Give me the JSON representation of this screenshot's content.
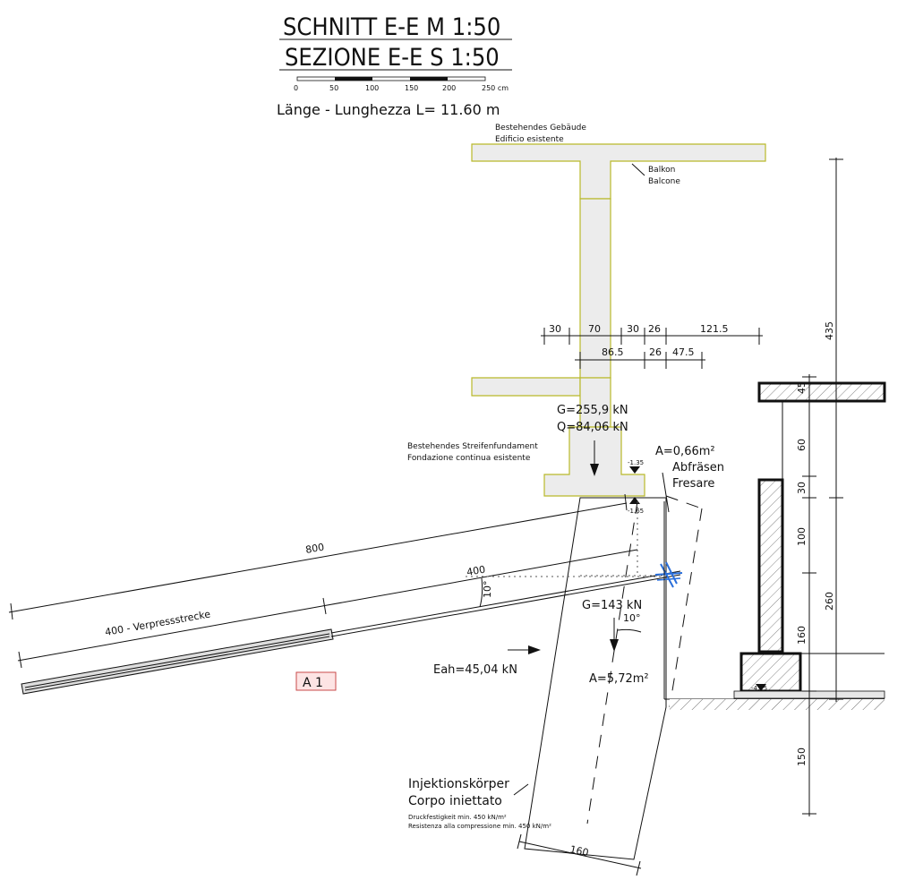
{
  "title": {
    "line1": "SCHNITT E-E  M 1:50",
    "line2": "SEZIONE E-E  S 1:50",
    "scale_ticks": [
      "0",
      "50",
      "100",
      "150",
      "200",
      "250 cm"
    ],
    "length": "Länge - Lunghezza L= 11.60 m"
  },
  "building": {
    "label_de": "Bestehendes Gebäude",
    "label_it": "Edificio esistente",
    "balcony_de": "Balkon",
    "balcony_it": "Balcone",
    "foundation_de": "Bestehendes Streifenfundament",
    "foundation_it": "Fondazione continua esistente"
  },
  "dimensions": {
    "top_row": [
      "30",
      "70",
      "30",
      "26",
      "121.5"
    ],
    "second_row": [
      "86.5",
      "26",
      "47.5"
    ],
    "anchor_total": "800",
    "anchor_free": "400",
    "anchor_grout": "400 - Verpressstrecke",
    "angle1": "10°",
    "angle2": "10°",
    "base_width": "160",
    "right_vertical": [
      "435",
      "260",
      "150"
    ],
    "wall_vertical": [
      "45",
      "60",
      "30",
      "100",
      "160"
    ]
  },
  "levels": {
    "top_found": "-1.35",
    "bottom_found": "-1.65",
    "wall_base": "-4.25"
  },
  "loads": {
    "G_building": "G=255,9 kN",
    "Q_building": "Q=84,06 kN",
    "G_body": "G=143 kN",
    "earth_pressure": "Eah=45,04 kN"
  },
  "areas": {
    "mill_area": "A=0,66m²",
    "mill_de": "Abfräsen",
    "mill_it": "Fresare",
    "body_area": "A=5,72m²"
  },
  "anchor": {
    "tag": "A 1"
  },
  "injection_body": {
    "name_de": "Injektionskörper",
    "name_it": "Corpo iniettato",
    "strength_de": "Druckfestigkeit min. 450 kN/m²",
    "strength_it": "Resistenza alla compressione min. 450 kN/m²"
  },
  "colors": {
    "building_outline": "#b9b92a",
    "building_fill": "#ececec",
    "anchor_head": "#2a6fdb",
    "tag_fill": "#fde4e4",
    "tag_stroke": "#c94a4a"
  }
}
